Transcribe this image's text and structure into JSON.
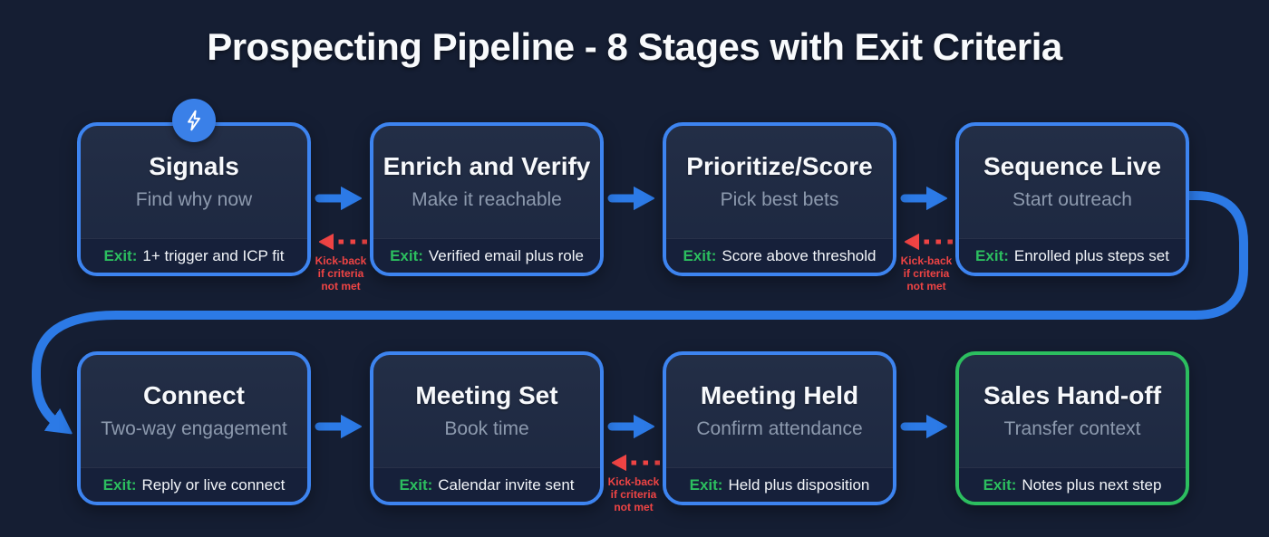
{
  "title": "Prospecting Pipeline - 8 Stages with Exit Criteria",
  "exit_prefix": "Exit:",
  "kickback_label": [
    "Kick-back",
    "if criteria",
    "not met"
  ],
  "stages": [
    {
      "title": "Signals",
      "subtitle": "Find why now",
      "exit": "1+ trigger and ICP fit",
      "border": "blue",
      "badge": "lightning-icon"
    },
    {
      "title": "Enrich and Verify",
      "subtitle": "Make it reachable",
      "exit": "Verified email plus role",
      "border": "blue"
    },
    {
      "title": "Prioritize/Score",
      "subtitle": "Pick best bets",
      "exit": "Score above threshold",
      "border": "blue"
    },
    {
      "title": "Sequence Live",
      "subtitle": "Start outreach",
      "exit": "Enrolled plus steps set",
      "border": "blue"
    },
    {
      "title": "Connect",
      "subtitle": "Two-way engagement",
      "exit": "Reply or live connect",
      "border": "blue"
    },
    {
      "title": "Meeting Set",
      "subtitle": "Book time",
      "exit": "Calendar invite sent",
      "border": "blue"
    },
    {
      "title": "Meeting Held",
      "subtitle": "Confirm attendance",
      "exit": "Held plus disposition",
      "border": "blue"
    },
    {
      "title": "Sales Hand-off",
      "subtitle": "Transfer context",
      "exit": "Notes plus next step",
      "border": "green"
    }
  ],
  "colors": {
    "background": "#151e33",
    "card_border_blue": "#3d84f0",
    "card_border_green": "#2cbe5f",
    "arrow_blue": "#2c7ae6",
    "kickback_red": "#ef4444",
    "exit_green": "#2cbe5f",
    "title_text": "#f8fafc",
    "subtitle_text": "#8d9aae"
  }
}
